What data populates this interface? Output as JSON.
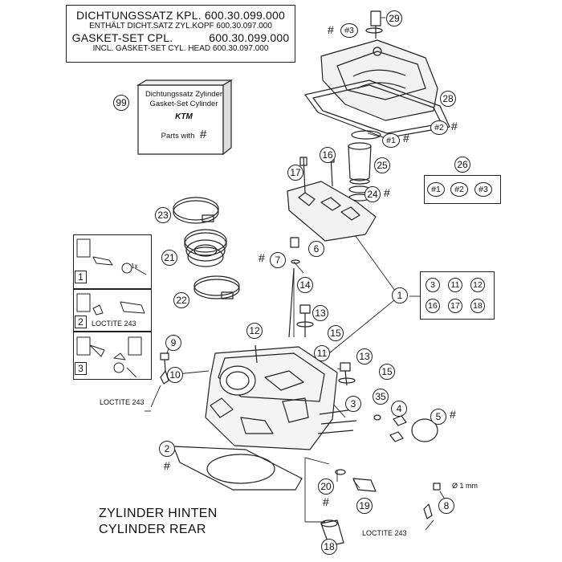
{
  "header": {
    "line1": "DICHTUNGSSATZ KPL. 600.30.099.000",
    "line2": "ENTHÄLT DICHT.SATZ ZYL.KOPF 600.30.097.000",
    "line3": "GASKET-SET CPL.           600.30.099.000",
    "line4": "INCL. GASKET-SET CYL. HEAD 600.30.097.000"
  },
  "kit": {
    "number": "99",
    "line1": "Dichtungssatz Zylinder",
    "line2": "Gasket-Set Cylinder",
    "brand": "KTM",
    "line3": "Parts with",
    "hash": "#"
  },
  "caption": {
    "line1": "ZYLINDER HINTEN",
    "line2": "CYLINDER REAR"
  },
  "loctite": {
    "left": "LOCTITE 243",
    "bottom": "LOCTITE 243",
    "step2": "LOCTITE 243"
  },
  "dimension": "Ø 1 mm",
  "steps": {
    "s1": "1",
    "s2": "2",
    "s3": "3",
    "rot": "1x"
  },
  "group26": {
    "number": "26",
    "items": [
      "#1",
      "#2",
      "#3"
    ]
  },
  "group1": {
    "number": "1",
    "items": [
      "3",
      "11",
      "12",
      "16",
      "17",
      "18"
    ]
  },
  "hash": "#",
  "callouts": {
    "c29": "29",
    "c3h": "#3",
    "c28": "28",
    "c2h": "#2",
    "c1h": "#1",
    "c16": "16",
    "c17": "17",
    "c25": "25",
    "c24": "24",
    "c23": "23",
    "c21": "21",
    "c22": "22",
    "c6": "6",
    "c7": "7",
    "c14": "14",
    "c13a": "13",
    "c15a": "15",
    "c12": "12",
    "c11": "11",
    "c1": "1",
    "c9": "9",
    "c10": "10",
    "c13b": "13",
    "c15b": "15",
    "c3": "3",
    "c35": "35",
    "c4": "4",
    "c5": "5",
    "c2": "2",
    "c20": "20",
    "c19": "19",
    "c8": "8",
    "c18": "18"
  }
}
